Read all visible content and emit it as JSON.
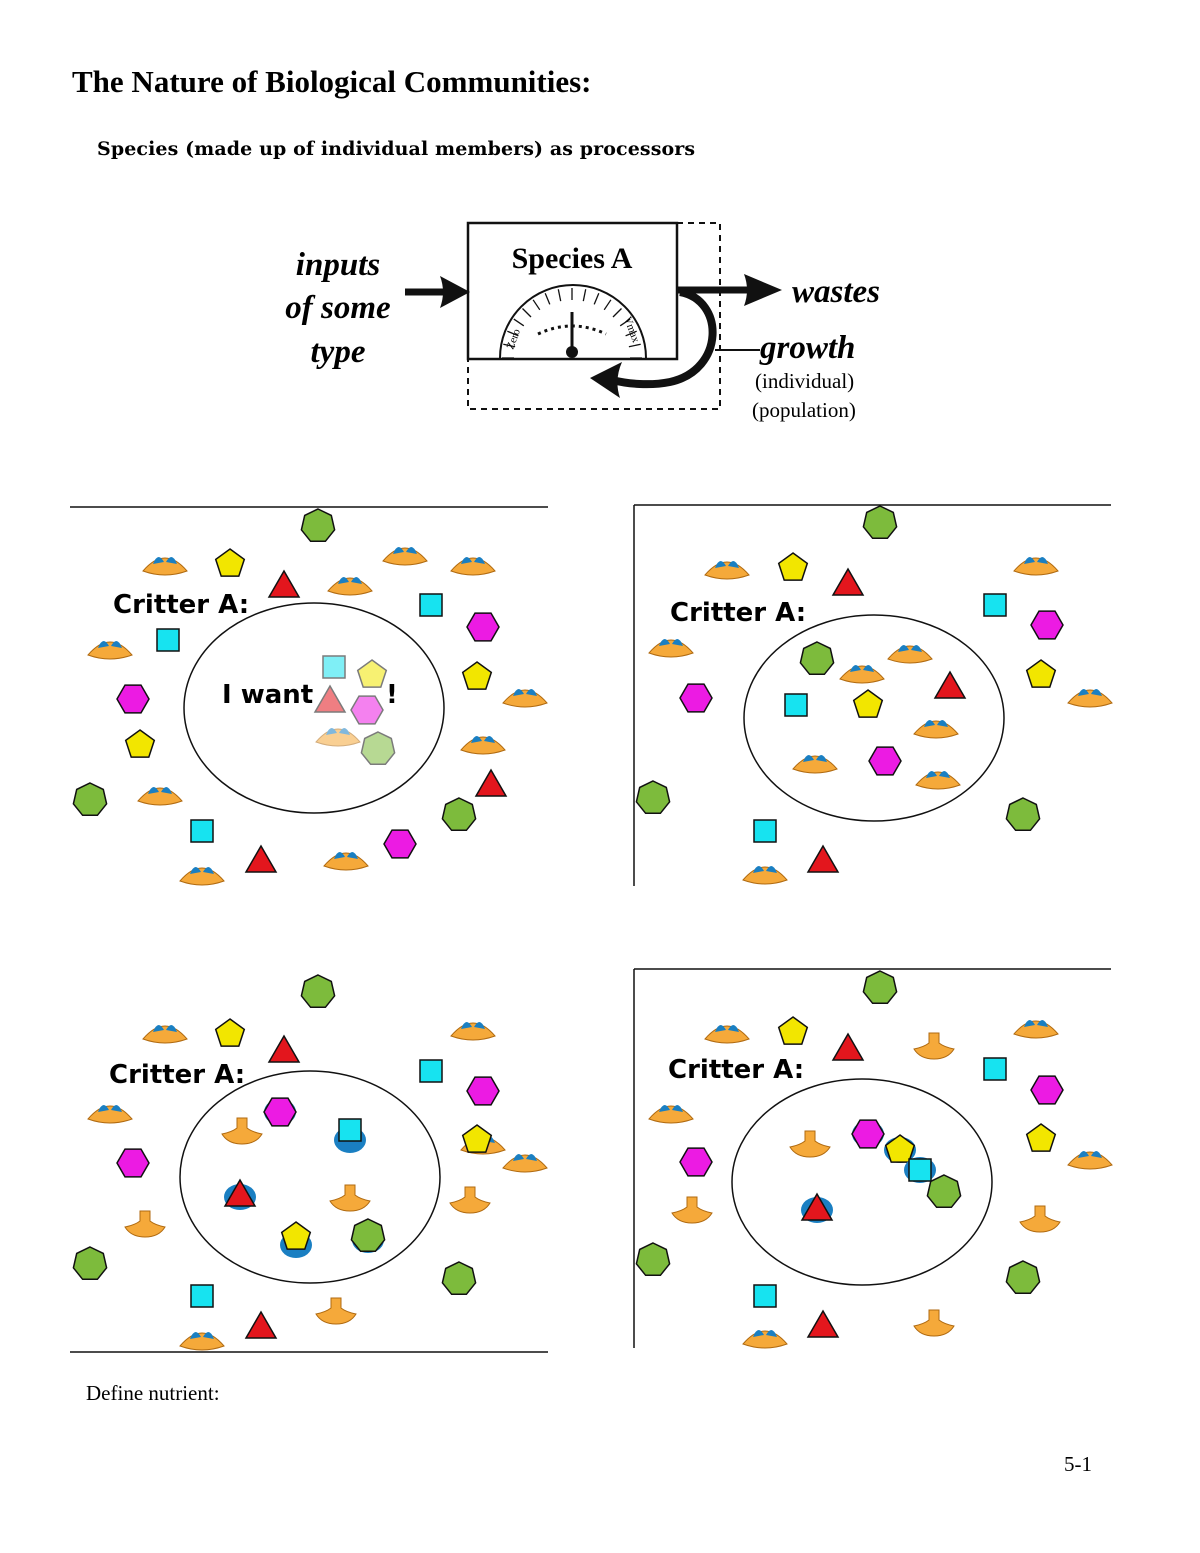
{
  "title": "The Nature of Biological Communities:",
  "subtitle": "Species (made up of individual members) as processors",
  "process_diagram": {
    "box_label": "Species A",
    "inputs_line1": "inputs",
    "inputs_line2": "of some",
    "inputs_line3": "type",
    "wastes_label": "wastes",
    "growth_label": "growth",
    "growth_sub1": "(individual)",
    "growth_sub2": "(population)",
    "gauge_min": "Zero",
    "gauge_max": "Vmax"
  },
  "panels": [
    {
      "label": "Critter A:",
      "speech": "I want",
      "exclaim": "!"
    },
    {
      "label": "Critter A:"
    },
    {
      "label": "Critter A:"
    },
    {
      "label": "Critter A:"
    }
  ],
  "footer": {
    "prompt": "Define nutrient:",
    "page_number": "5-1"
  },
  "colors": {
    "green": "#7dbb3c",
    "yellow": "#f2e600",
    "red": "#e3161d",
    "cyan": "#17e3f0",
    "magenta": "#ec1be3",
    "orange": "#f5a93a",
    "blue": "#1a7fc2"
  }
}
